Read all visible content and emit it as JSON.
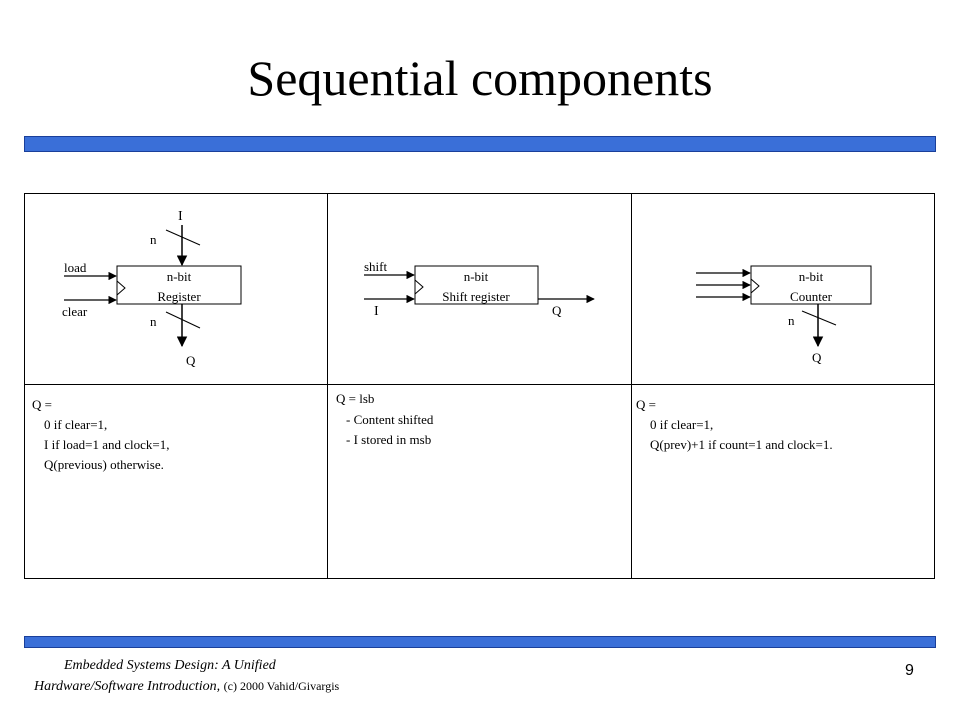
{
  "title": "Sequential components",
  "accent_color": "#3a6fd8",
  "register": {
    "input_label": "I",
    "input_width": "n",
    "box_line1": "n-bit",
    "box_line2": "Register",
    "load_label": "load",
    "clear_label": "clear",
    "output_width": "n",
    "output_label": "Q",
    "desc": [
      "Q =",
      "0 if clear=1,",
      "I if load=1 and clock=1,",
      "Q(previous) otherwise."
    ]
  },
  "shift_register": {
    "shift_label": "shift",
    "input_label": "I",
    "box_line1": "n-bit",
    "box_line2": "Shift register",
    "output_label": "Q",
    "desc": [
      "Q = lsb",
      "- Content shifted",
      "- I stored in msb"
    ]
  },
  "counter": {
    "box_line1": "n-bit",
    "box_line2": "Counter",
    "output_width": "n",
    "output_label": "Q",
    "desc": [
      "Q =",
      "0 if clear=1,",
      "Q(prev)+1 if count=1 and clock=1."
    ]
  },
  "footer": {
    "line1": "Embedded Systems Design: A Unified",
    "line2": "Hardware/Software Introduction,",
    "copyright": "(c) 2000 Vahid/Givargis",
    "page_number": "9"
  }
}
